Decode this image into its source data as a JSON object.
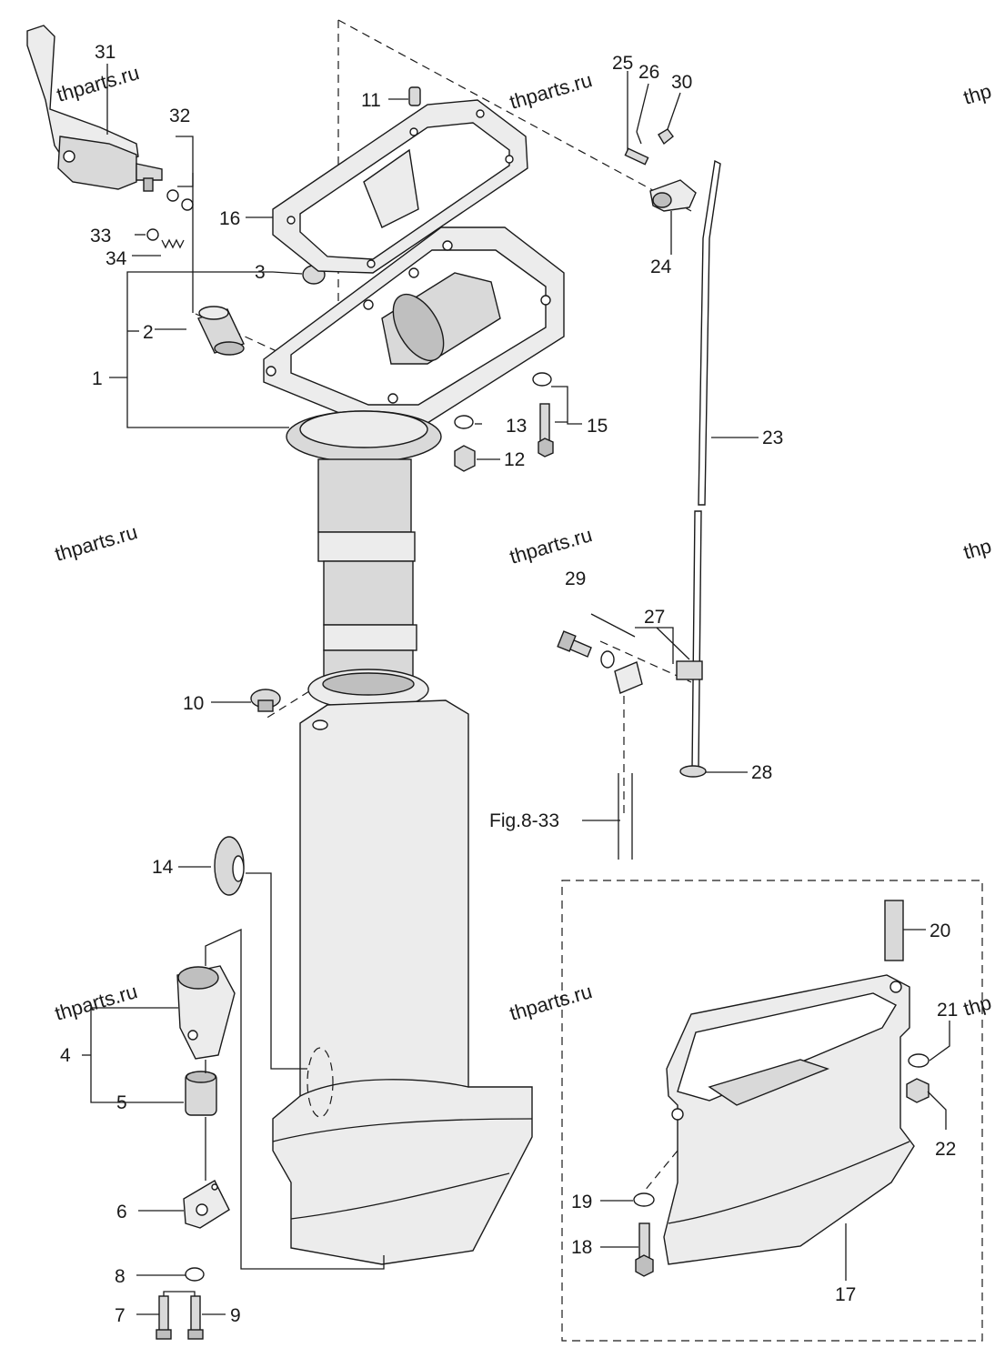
{
  "watermarks": [
    "thparts.ru",
    "thparts.ru",
    "thparts.ru",
    "thparts.ru",
    "thparts.ru",
    "thparts.ru",
    "thp",
    "thp",
    "thp"
  ],
  "callouts": {
    "p1": "1",
    "p2": "2",
    "p3": "3",
    "p4": "4",
    "p5": "5",
    "p6": "6",
    "p7": "7",
    "p8": "8",
    "p9": "9",
    "p10": "10",
    "p11": "11",
    "p12": "12",
    "p13": "13",
    "p14": "14",
    "p15": "15",
    "p16": "16",
    "p17": "17",
    "p18": "18",
    "p19": "19",
    "p20": "20",
    "p21": "21",
    "p22": "22",
    "p23": "23",
    "p24": "24",
    "p25": "25",
    "p26": "26",
    "p27": "27",
    "p28": "28",
    "p29": "29",
    "p30": "30",
    "p31": "31",
    "p32": "32",
    "p33": "33",
    "p34": "34"
  },
  "reference": "Fig.8-33"
}
